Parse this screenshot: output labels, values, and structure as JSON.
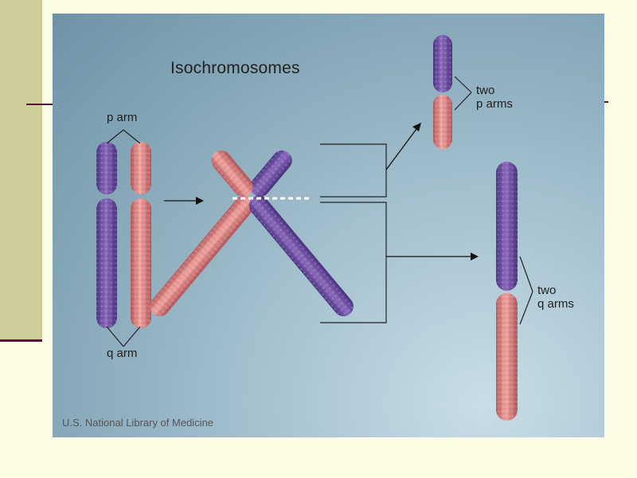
{
  "slide": {
    "figure": {
      "title": "Isochromosomes",
      "labels": {
        "p_arm": "p arm",
        "q_arm": "q arm",
        "two_p_line1": "two",
        "two_p_line2": "p arms",
        "two_q_line1": "two",
        "two_q_line2": "q arms"
      },
      "credit": "U.S. National Library of Medicine"
    }
  },
  "colors": {
    "slide_background": "#fdfce5",
    "left_band": "#cfcd9a",
    "accent_line": "#5a0f3a",
    "purple_chromatid": "#7a58a8",
    "pink_chromatid": "#dd7f80"
  }
}
